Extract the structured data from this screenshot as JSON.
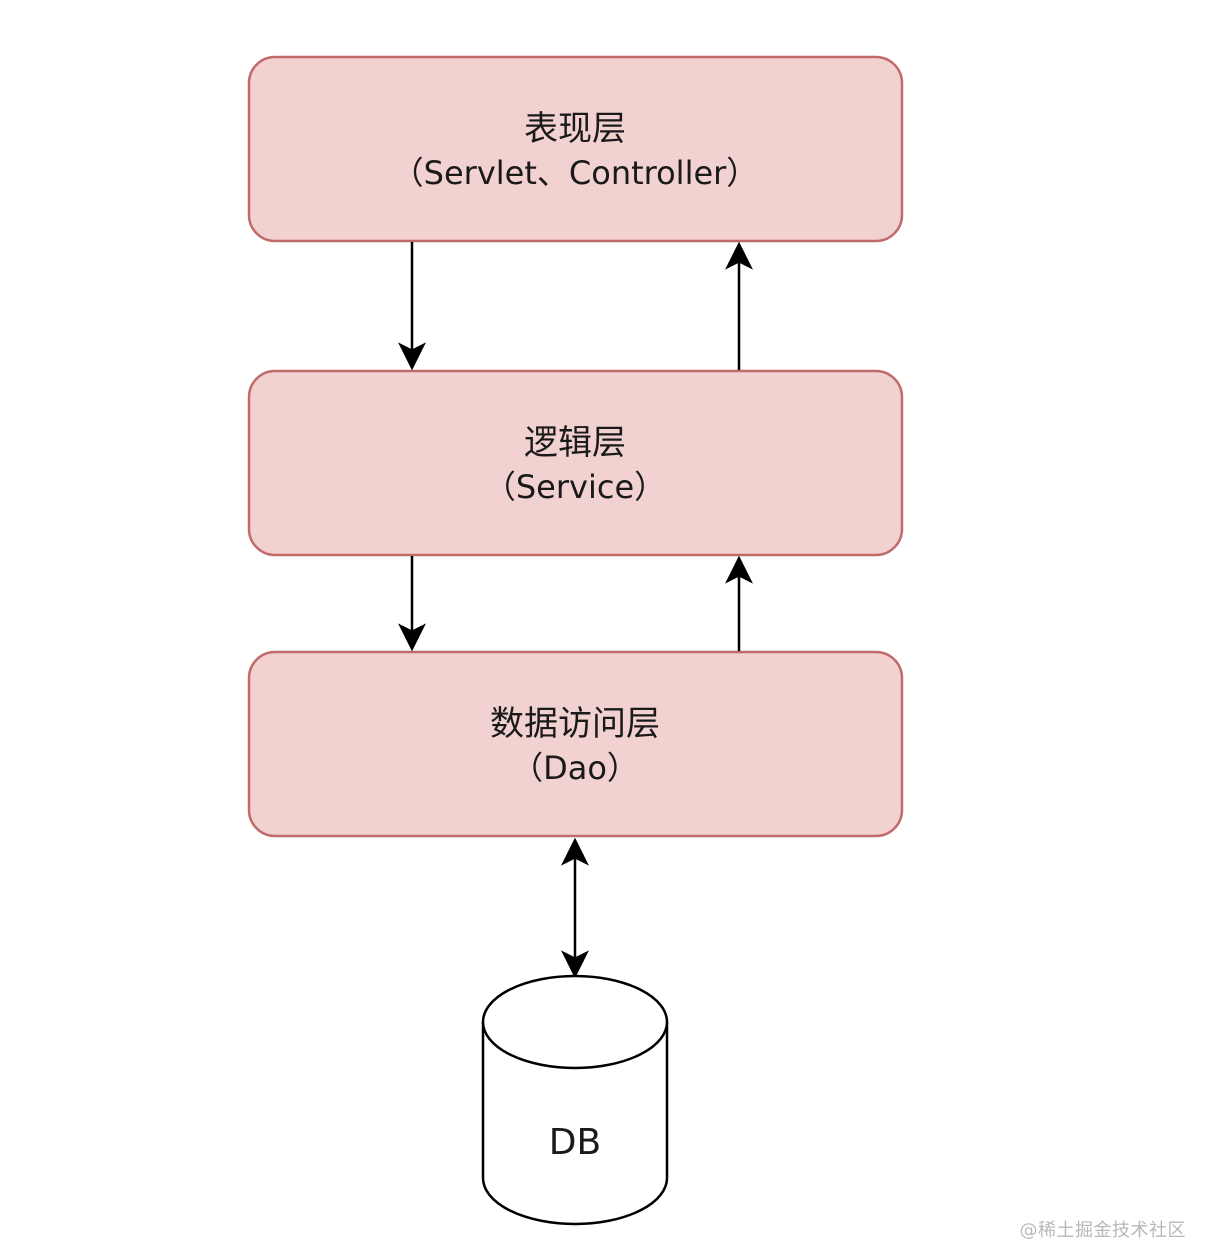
{
  "colors": {
    "layer_fill": "#f2d1d1",
    "layer_stroke": "#c06a6a",
    "arrow": "#000000",
    "db_fill": "#ffffff",
    "db_stroke": "#000000"
  },
  "layers": [
    {
      "title": "表现层",
      "subtitle": "（Servlet、Controller）"
    },
    {
      "title": "逻辑层",
      "subtitle": "（Service）"
    },
    {
      "title": "数据访问层",
      "subtitle": "（Dao）"
    }
  ],
  "database": {
    "label": "DB"
  },
  "watermark": "@稀土掘金技术社区"
}
